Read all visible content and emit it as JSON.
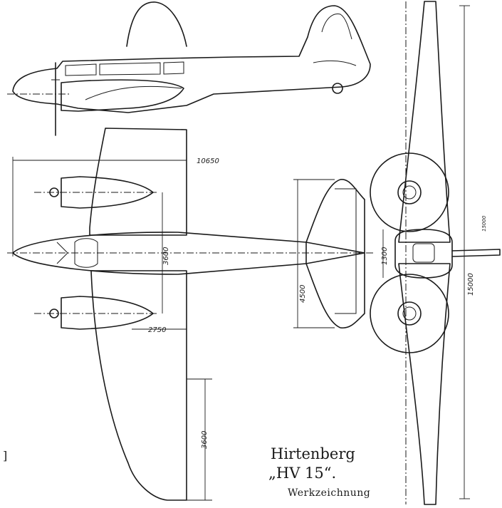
{
  "caption": {
    "line1": "Hirtenberg",
    "line2": "„HV 15“.",
    "line3": "Werkzeichnung"
  },
  "margin_mark": "]",
  "dimensions": {
    "overall_length": "10650",
    "nacelle_spacing": "3600",
    "nacelle_to_fuselage": "2750",
    "wing_semi_span": "3600",
    "tailplane_span": "4500",
    "front_center_width": "1300",
    "front_span": "15000",
    "front_half_span": "15000"
  },
  "colors": {
    "ink": "#1a1a1a",
    "paper": "#ffffff"
  }
}
